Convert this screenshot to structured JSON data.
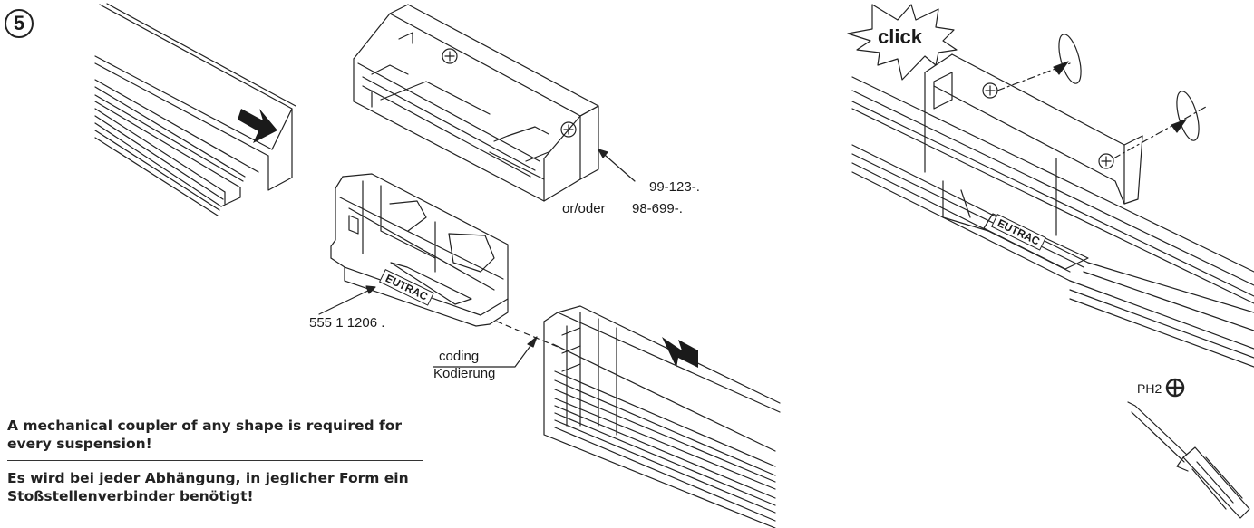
{
  "step_number": "5",
  "labels": {
    "part_connector_codes": "99-123-.",
    "alt_prefix": "or/oder",
    "alt_code": "98-699-.",
    "adapter_code": "555 1 1206 .",
    "coding_en": "coding",
    "coding_de": "Kodierung",
    "brand_mark": "EUTRAC",
    "click": "click",
    "screwdriver": "PH2"
  },
  "notes": {
    "english": "A mechanical coupler of any shape is required for every suspension!",
    "german": "Es wird bei jeder Abhängung, in jeglicher Form ein Stoßstellenverbinder benötigt!"
  }
}
